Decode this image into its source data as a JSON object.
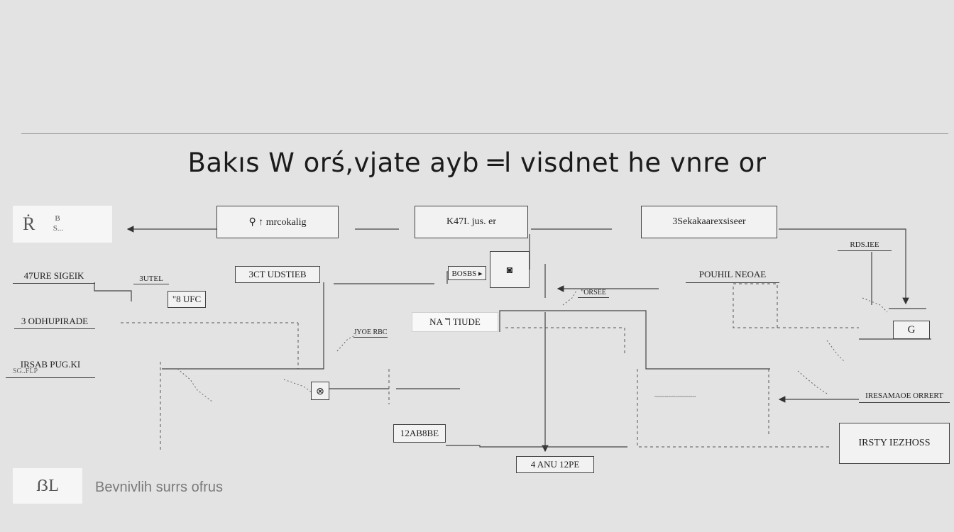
{
  "title": "Bakıs W orś,vjate ayb ═l visdnet he vnre or",
  "top_left": {
    "logo_text": "Ṙ",
    "label_line1": "B",
    "label_line2": "S..."
  },
  "nodes": {
    "n_top1": "⚲ ↑ mrcokalig",
    "n_top2": "K47I. jus. er",
    "n_top3": "3Sekakaarexsiseer",
    "n_r1": "RDS.IEE",
    "n_l1": "47URE SIGEIK",
    "n_l1b": "3UTEL",
    "n_l1c": "\"8 UFC",
    "n_m1": "3CT UDSTIEB",
    "n_m1b": "BOSBS ▸",
    "n_m1c": "◙",
    "n_r2": "POUHIL NEOAE",
    "n_mid1": "\"ORSEE",
    "n_rg": "G",
    "n_l2": "3 ODHUPIRADE",
    "n_m2": "NA ℸ TIUDE",
    "n_m2b": "JYOE RBC",
    "n_l3": "IRSAB PUG.KI",
    "n_l3b": "SG..FLP",
    "n_bl": "12AB8BE",
    "n_m3": "⊗",
    "n_b1": "4 ANU 12PE",
    "n_r3": "IRESAMAOE ORRERT",
    "n_r4": "IRSTY IEZHOSS",
    "n_ctr": "~~~~~~~~~~~~"
  },
  "legend": {
    "logo_text": "ẞL",
    "label": "Bevnivlih surrs ofrus"
  }
}
